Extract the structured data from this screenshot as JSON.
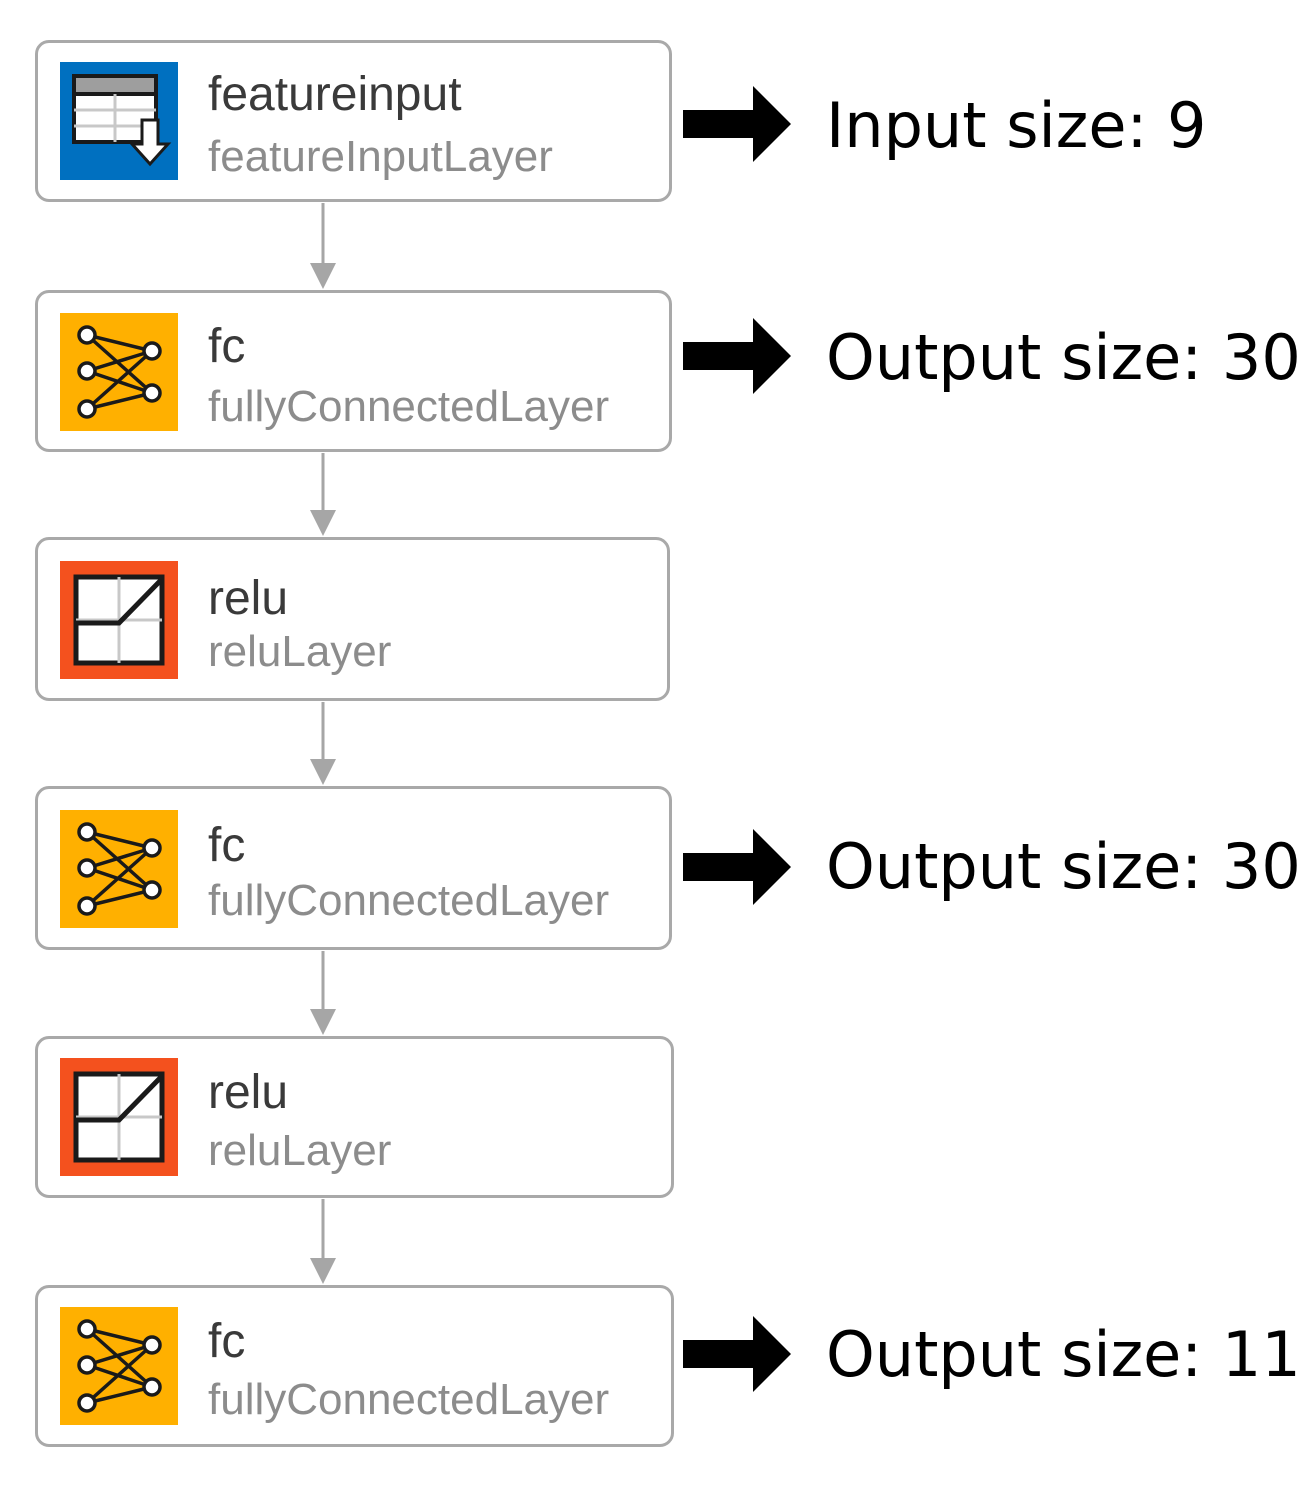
{
  "layers": [
    {
      "name": "featureinput",
      "type": "featureInputLayer",
      "icon": "feature-input-icon",
      "icon_color": "#0070c0"
    },
    {
      "name": "fc",
      "type": "fullyConnectedLayer",
      "icon": "fully-connected-icon",
      "icon_color": "#ffb000"
    },
    {
      "name": "relu",
      "type": "reluLayer",
      "icon": "relu-icon",
      "icon_color": "#f4511e"
    },
    {
      "name": "fc",
      "type": "fullyConnectedLayer",
      "icon": "fully-connected-icon",
      "icon_color": "#ffb000"
    },
    {
      "name": "relu",
      "type": "reluLayer",
      "icon": "relu-icon",
      "icon_color": "#f4511e"
    },
    {
      "name": "fc",
      "type": "fullyConnectedLayer",
      "icon": "fully-connected-icon",
      "icon_color": "#ffb000"
    }
  ],
  "annotations": [
    {
      "layer_index": 0,
      "text": "Input size: 9"
    },
    {
      "layer_index": 1,
      "text": "Output size: 30"
    },
    {
      "layer_index": 3,
      "text": "Output size: 30"
    },
    {
      "layer_index": 5,
      "text": "Output size: 11"
    }
  ],
  "colors": {
    "card_border": "#a9a9a9",
    "connector": "#a6a6a6",
    "arrow": "#000000"
  }
}
